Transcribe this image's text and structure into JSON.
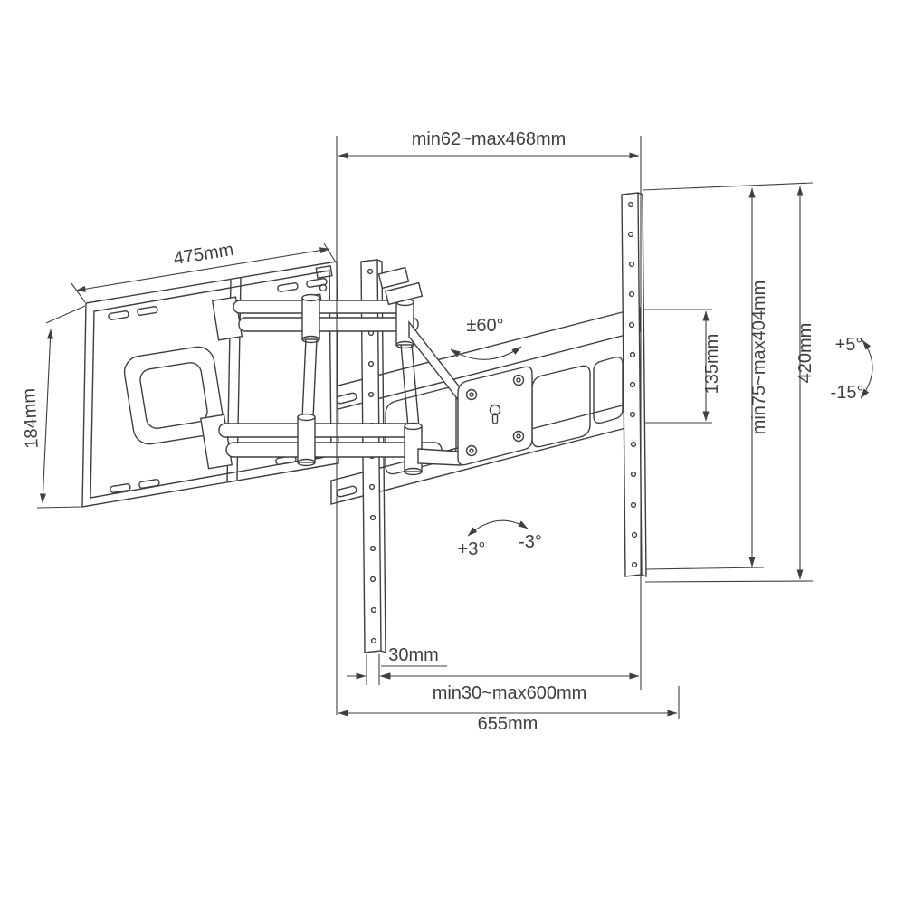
{
  "diagram": {
    "subject": "Full-motion articulating TV wall mount bracket - dimensional drawing",
    "colors": {
      "line": "#3f3f3f",
      "text": "#3f3f3f",
      "background": "#ffffff"
    },
    "labels": {
      "top_width": "min62~max468mm",
      "plate_width": "475mm",
      "plate_height": "184mm",
      "swivel": "±60°",
      "rail_spacing": "135mm",
      "vesa_range": "min75~max404mm",
      "rail_height": "420mm",
      "tilt_up": "+5°",
      "tilt_down": "-15°",
      "roll_plus": "+3°",
      "roll_minus": "-3°",
      "rail_thickness": "30mm",
      "width_range": "min30~max600mm",
      "total_width": "655mm"
    }
  }
}
